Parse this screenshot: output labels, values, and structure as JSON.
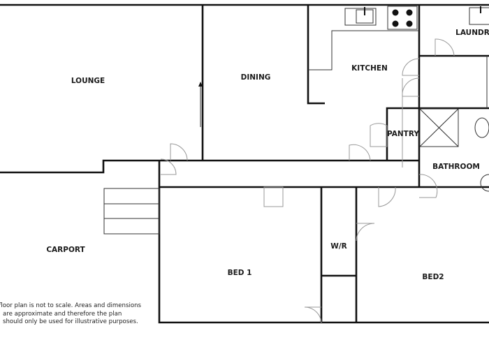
{
  "rooms": {
    "lounge": "LOUNGE",
    "dining": "DINING",
    "kitchen": "KITCHEN",
    "laundry": "LAUNDRY",
    "pantry": "PANTRY",
    "bathroom": "BATHROOM",
    "carport": "CARPORT",
    "bed1": "BED 1",
    "wr": "W/R",
    "bed2": "BED2"
  },
  "disclaimer": "This floor plan is not to scale. Areas and dimensions are approximate and therefore the plan should only be used for illustrative purposes."
}
